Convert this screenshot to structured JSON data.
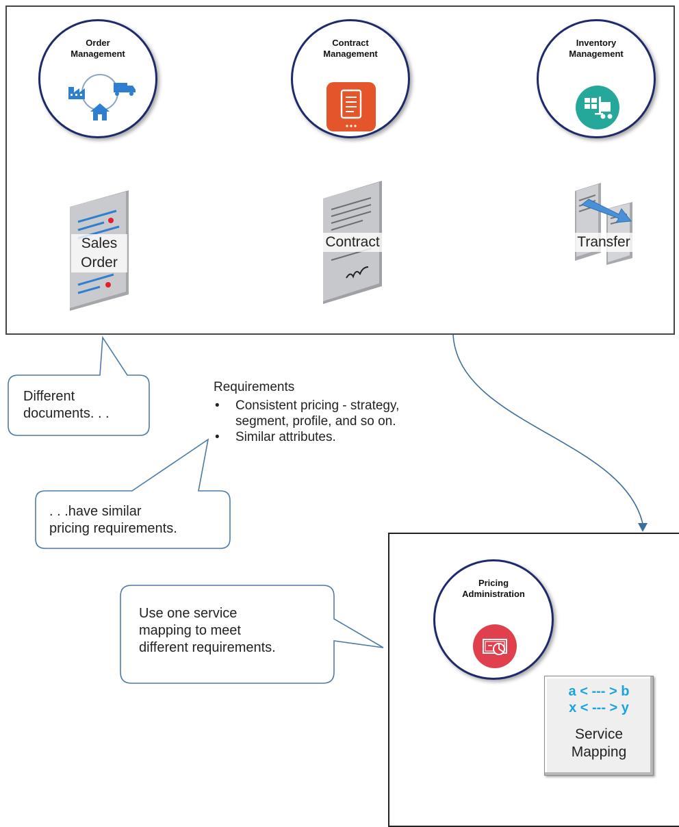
{
  "modules": {
    "order": {
      "title": "Order\nManagement"
    },
    "contract": {
      "title": "Contract\nManagement"
    },
    "inventory": {
      "title": "Inventory\nManagement"
    },
    "pricing": {
      "title": "Pricing\nAdministration"
    }
  },
  "documents": {
    "sales_order": "Sales\nOrder",
    "contract": "Contract",
    "transfer": "Transfer"
  },
  "callouts": {
    "different_documents": "Different\ndocuments. . .",
    "similar_requirements": ". . .have similar\npricing requirements.",
    "service_mapping": "Use one service\nmapping to meet\ndifferent requirements."
  },
  "requirements": {
    "title": "Requirements",
    "items": [
      "Consistent pricing - strategy,\nsegment, profile, and so on.",
      "Similar attributes."
    ]
  },
  "service_mapping": {
    "line1": "a < --- > b",
    "line2": "x < --- > y",
    "label": "Service\nMapping"
  },
  "colors": {
    "circle_border": "#1f2a6b",
    "order_blue": "#2f7fd0",
    "contract_orange": "#e5552b",
    "inventory_teal": "#23a89a",
    "pricing_red": "#e0404e",
    "map_blue": "#1aa3df",
    "connector": "#3d6f9c"
  }
}
